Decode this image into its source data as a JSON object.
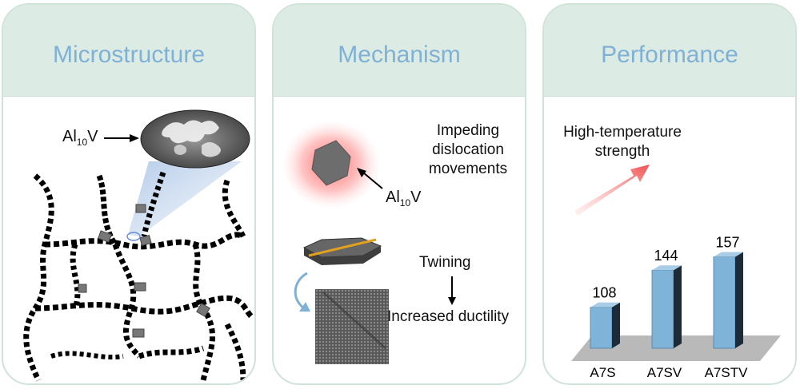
{
  "panels": {
    "microstructure": {
      "title": "Microstructure",
      "label_main": "Al",
      "label_sub": "10",
      "label_end": "V"
    },
    "mechanism": {
      "title": "Mechanism",
      "impeding_line1": "Impeding",
      "impeding_line2": "dislocation",
      "impeding_line3": "movements",
      "phase_main": "Al",
      "phase_sub": "10",
      "phase_end": "V",
      "twinning": "Twining",
      "ductility": "Increased ductility"
    },
    "performance": {
      "title": "Performance",
      "annotation_line1": "High-temperature",
      "annotation_line2": "strength"
    }
  },
  "colors": {
    "panel_header": "#dcece4",
    "title": "#7fb1d6",
    "bar": "#7fb4d8",
    "bar_dark": "#1d2b38",
    "arrow": "#f06a6a"
  },
  "chart_data": {
    "type": "bar",
    "categories": [
      "A7S",
      "A7SV",
      "A7STV"
    ],
    "values": [
      108,
      144,
      157
    ],
    "title": "",
    "xlabel": "",
    "ylabel": "",
    "data_labels": [
      "108",
      "144",
      "157"
    ]
  }
}
